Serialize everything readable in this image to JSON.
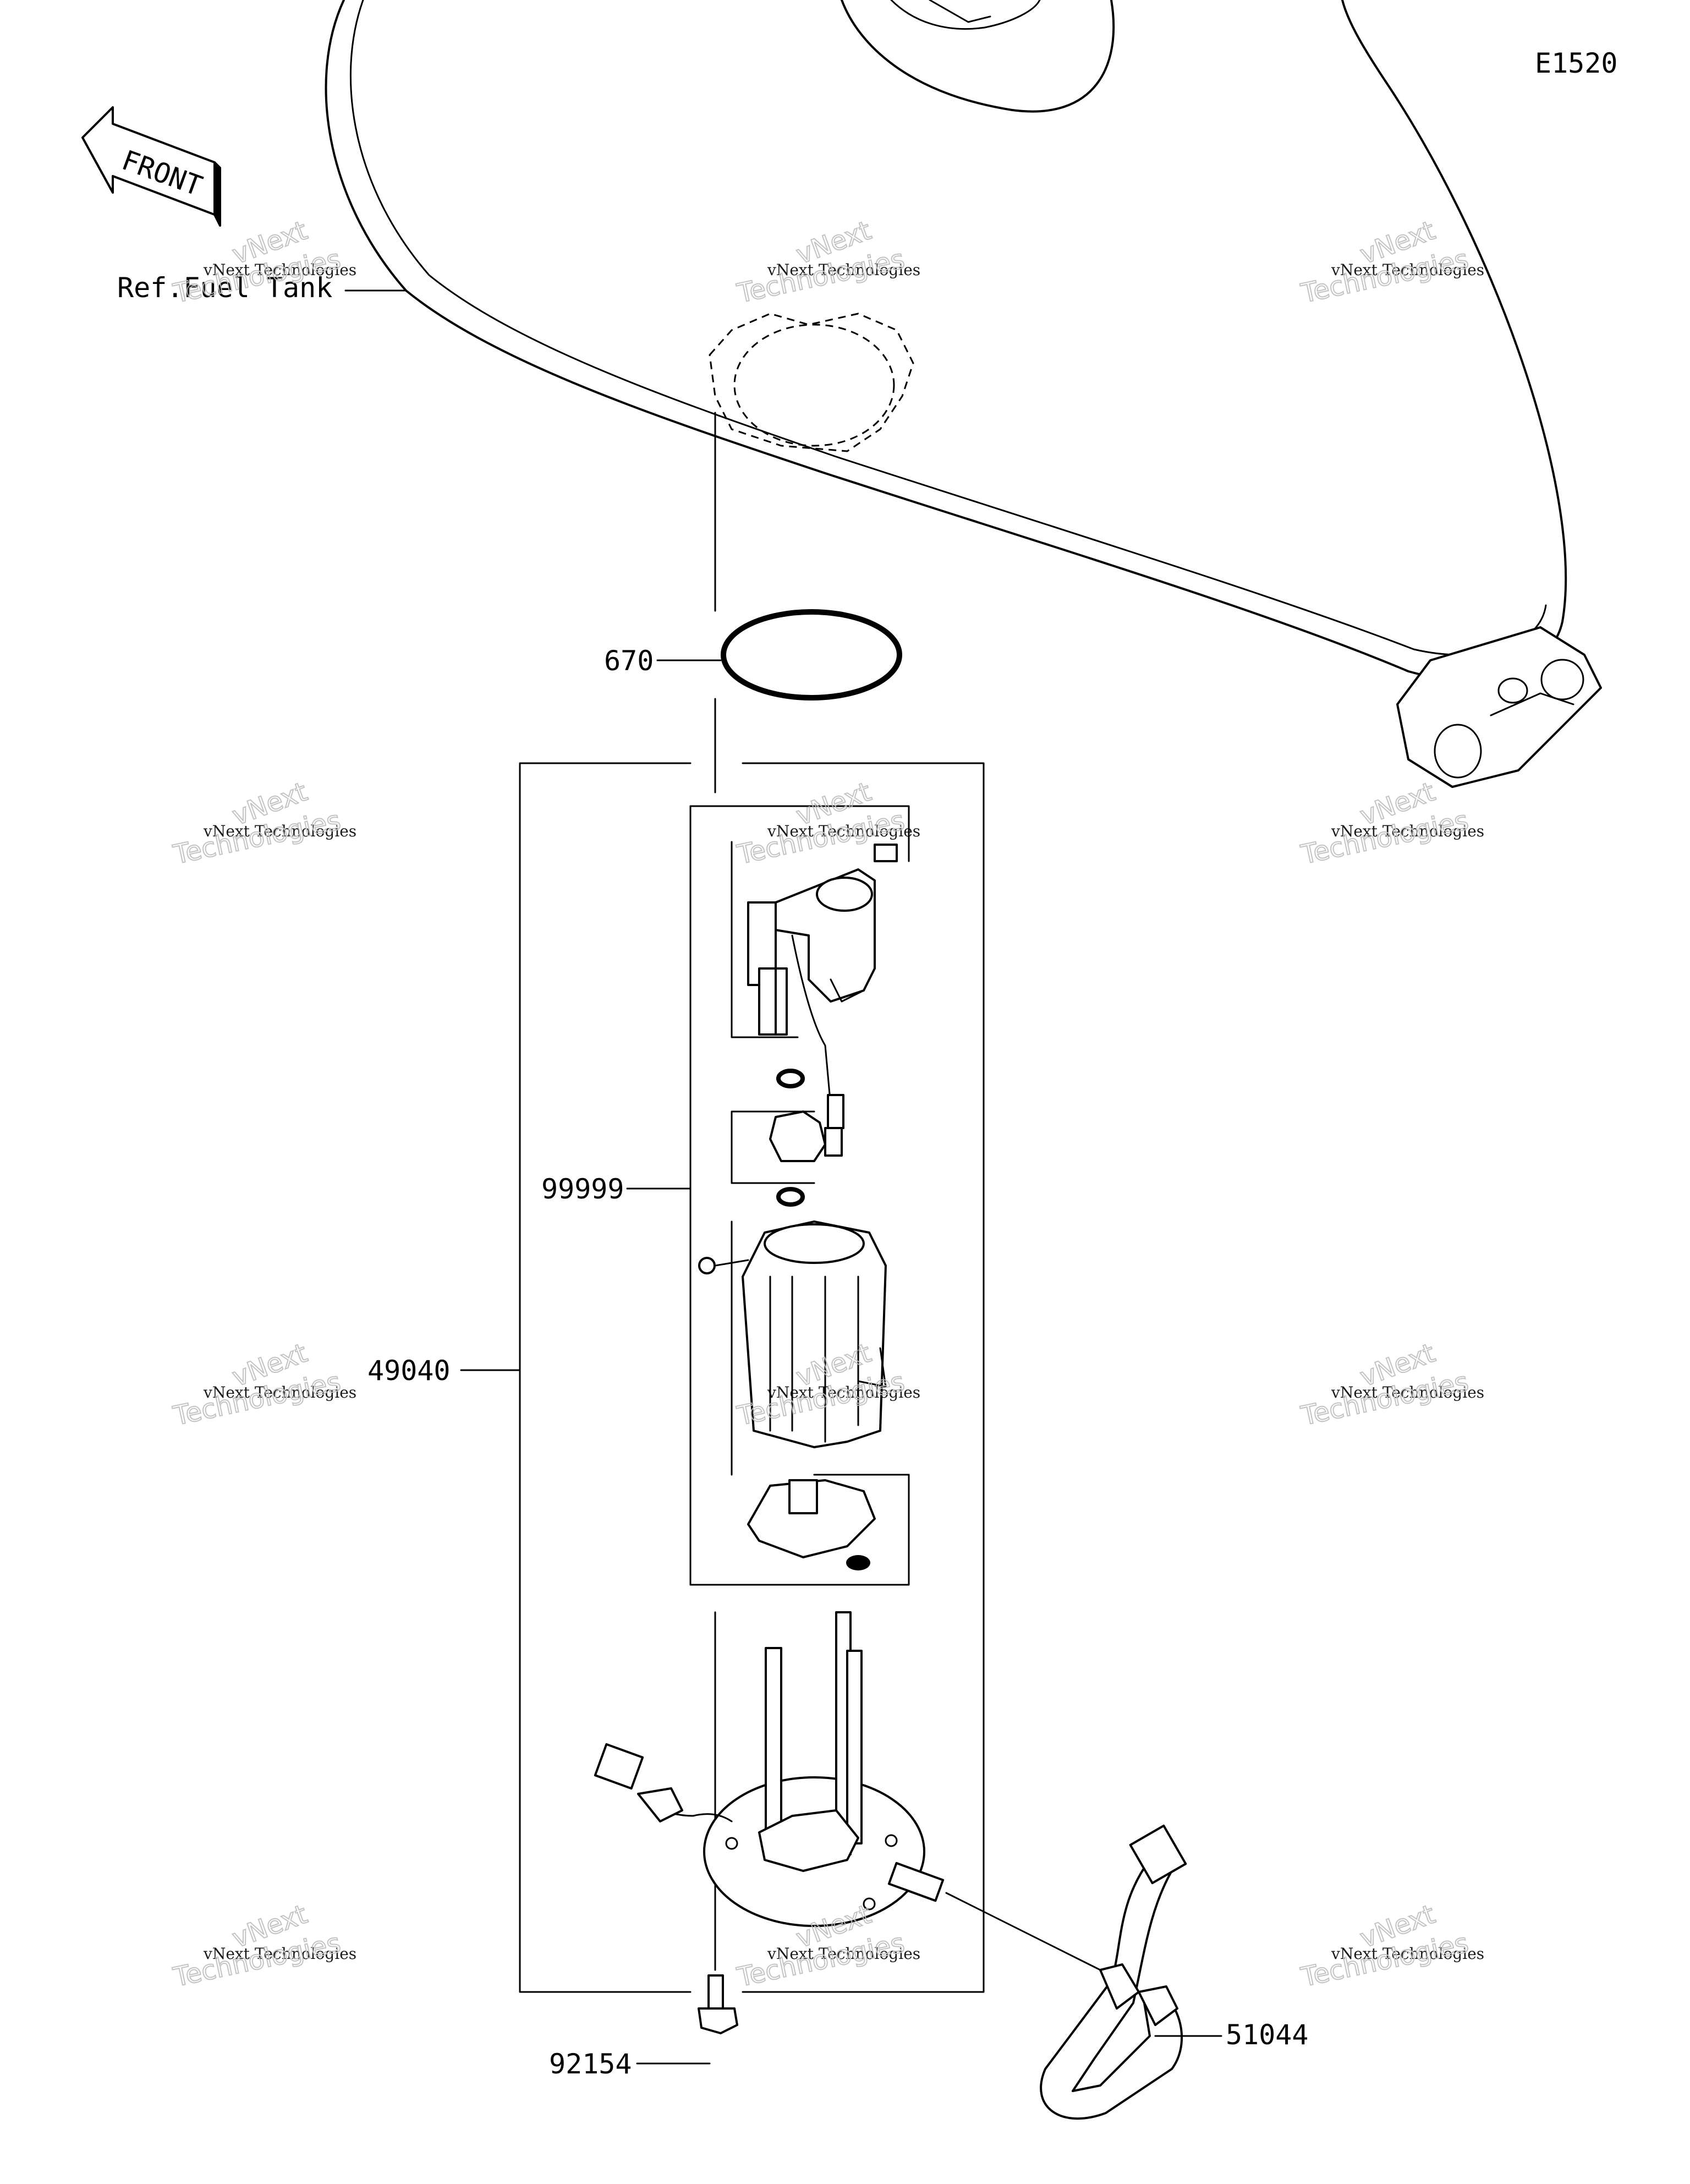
{
  "diagram_code": "E1520",
  "front_label": "FRONT",
  "ref_label": "Ref.Fuel Tank",
  "parts": {
    "p670": "670",
    "p99999": "99999",
    "p49040": "49040",
    "p92154": "92154",
    "p51044": "51044"
  },
  "watermark": {
    "line1": "vNext Technologies",
    "line2": "vNext",
    "line3": "Technologies"
  }
}
